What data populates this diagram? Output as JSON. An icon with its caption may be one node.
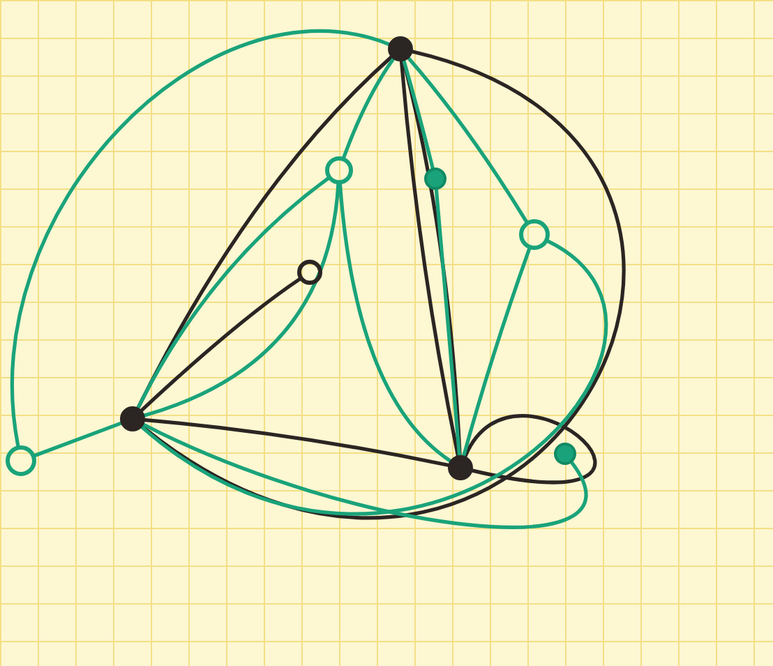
{
  "diagram": {
    "nodes": [
      {
        "text": [],
        "shape": "circle"
      },
      {
        "text": [],
        "shape": "circle"
      },
      {
        "text": [],
        "shape": "circle"
      },
      {
        "text": [],
        "shape": "circle"
      },
      {
        "text": [],
        "shape": "circle"
      },
      {
        "text": [],
        "shape": "circle"
      },
      {
        "text": [],
        "shape": "circle"
      },
      {
        "text": [],
        "shape": "circle"
      },
      {
        "text": [],
        "shape": "circle"
      }
    ],
    "edges": [
      {
        "from": 0,
        "to": 5,
        "arrow": "none",
        "color": "#2b2523"
      },
      {
        "from": 0,
        "to": 7,
        "arrow": "none",
        "color": "#2b2523"
      },
      {
        "from": 0,
        "to": 7,
        "arrow": "none",
        "color": "#2b2523"
      },
      {
        "from": 0,
        "to": 5,
        "arrow": "none",
        "color": "#2b2523"
      },
      {
        "from": 5,
        "to": 4,
        "arrow": "none",
        "color": "#2b2523"
      },
      {
        "from": 5,
        "to": 7,
        "arrow": "none",
        "color": "#2b2523"
      },
      {
        "from": 7,
        "to": 7,
        "arrow": "none",
        "color": "#2b2523"
      },
      {
        "from": 6,
        "to": 5,
        "arrow": "none"
      },
      {
        "from": 6,
        "to": 0,
        "arrow": "none"
      },
      {
        "from": 1,
        "to": 0,
        "arrow": "none"
      },
      {
        "from": 1,
        "to": 5,
        "arrow": "none"
      },
      {
        "from": 1,
        "to": 5,
        "arrow": "none"
      },
      {
        "from": 1,
        "to": 7,
        "arrow": "none"
      },
      {
        "from": 2,
        "to": 0,
        "arrow": "none"
      },
      {
        "from": 2,
        "to": 7,
        "arrow": "none"
      },
      {
        "from": 3,
        "to": 0,
        "arrow": "none"
      },
      {
        "from": 3,
        "to": 7,
        "arrow": "none"
      },
      {
        "from": 3,
        "to": 5,
        "arrow": "none"
      },
      {
        "from": 8,
        "to": 5,
        "arrow": "none"
      }
    ]
  }
}
